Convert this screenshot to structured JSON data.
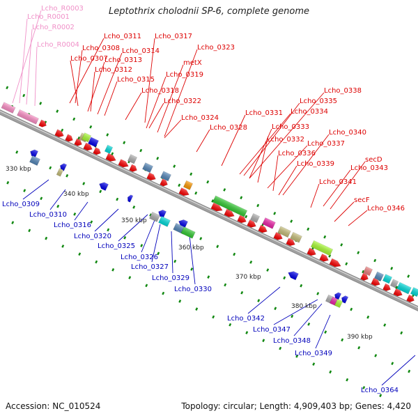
{
  "title": "Leptothrix cholodnii SP-6, complete genome",
  "footer": {
    "accession": "Accession: NC_010524",
    "summary": "Topology: circular; Length: 4,909,403 bp; Genes: 4,420"
  },
  "colors": {
    "rna_label": "#f090c8",
    "top_label": "#dd0000",
    "bottom_label": "#0000bb",
    "backbone": "#a0a0a0",
    "tick": "#118811",
    "red": "#ff0000",
    "blue": "#0000ee",
    "green": "#33cc33",
    "cyan": "#00dddd",
    "magenta": "#ee22aa",
    "khaki": "#c8c07a",
    "grey": "#b0b0b0",
    "orange": "#ff9900",
    "pink": "#ff90c8",
    "salmon": "#f08080",
    "lime": "#aaff33",
    "steel": "#5588bb"
  },
  "rna_labels": [
    "Lcho_R0003",
    "Lcho_R0001",
    "Lcho_R0002",
    "Lcho_R0004"
  ],
  "top_labels": [
    "Lcho_0311",
    "Lcho_0317",
    "Lcho_0308",
    "Lcho_0314",
    "Lcho_0307",
    "Lcho_0313",
    "Lcho_0323",
    "Lcho_0312",
    "metX",
    "Lcho_0319",
    "Lcho_0315",
    "Lcho_0318",
    "Lcho_0322",
    "Lcho_0324",
    "Lcho_0328",
    "Lcho_0331",
    "Lcho_0334",
    "Lcho_0338",
    "Lcho_0335",
    "Lcho_0333",
    "Lcho_0332",
    "Lcho_0337",
    "Lcho_0340",
    "Lcho_0336",
    "Lcho_0339",
    "secD",
    "Lcho_0343",
    "Lcho_0341",
    "secF",
    "Lcho_0346"
  ],
  "bottom_labels": [
    "Lcho_0309",
    "Lcho_0310",
    "Lcho_0316",
    "Lcho_0320",
    "Lcho_0325",
    "Lcho_0326",
    "Lcho_0327",
    "Lcho_0329",
    "Lcho_0330",
    "Lcho_0342",
    "Lcho_0347",
    "Lcho_0348",
    "Lcho_0349",
    "Lcho_0364"
  ],
  "scale_labels": [
    "330 kbp",
    "340 kbp",
    "350 kbp",
    "360 kbp",
    "370 kbp",
    "380 kbp",
    "390 kbp"
  ]
}
